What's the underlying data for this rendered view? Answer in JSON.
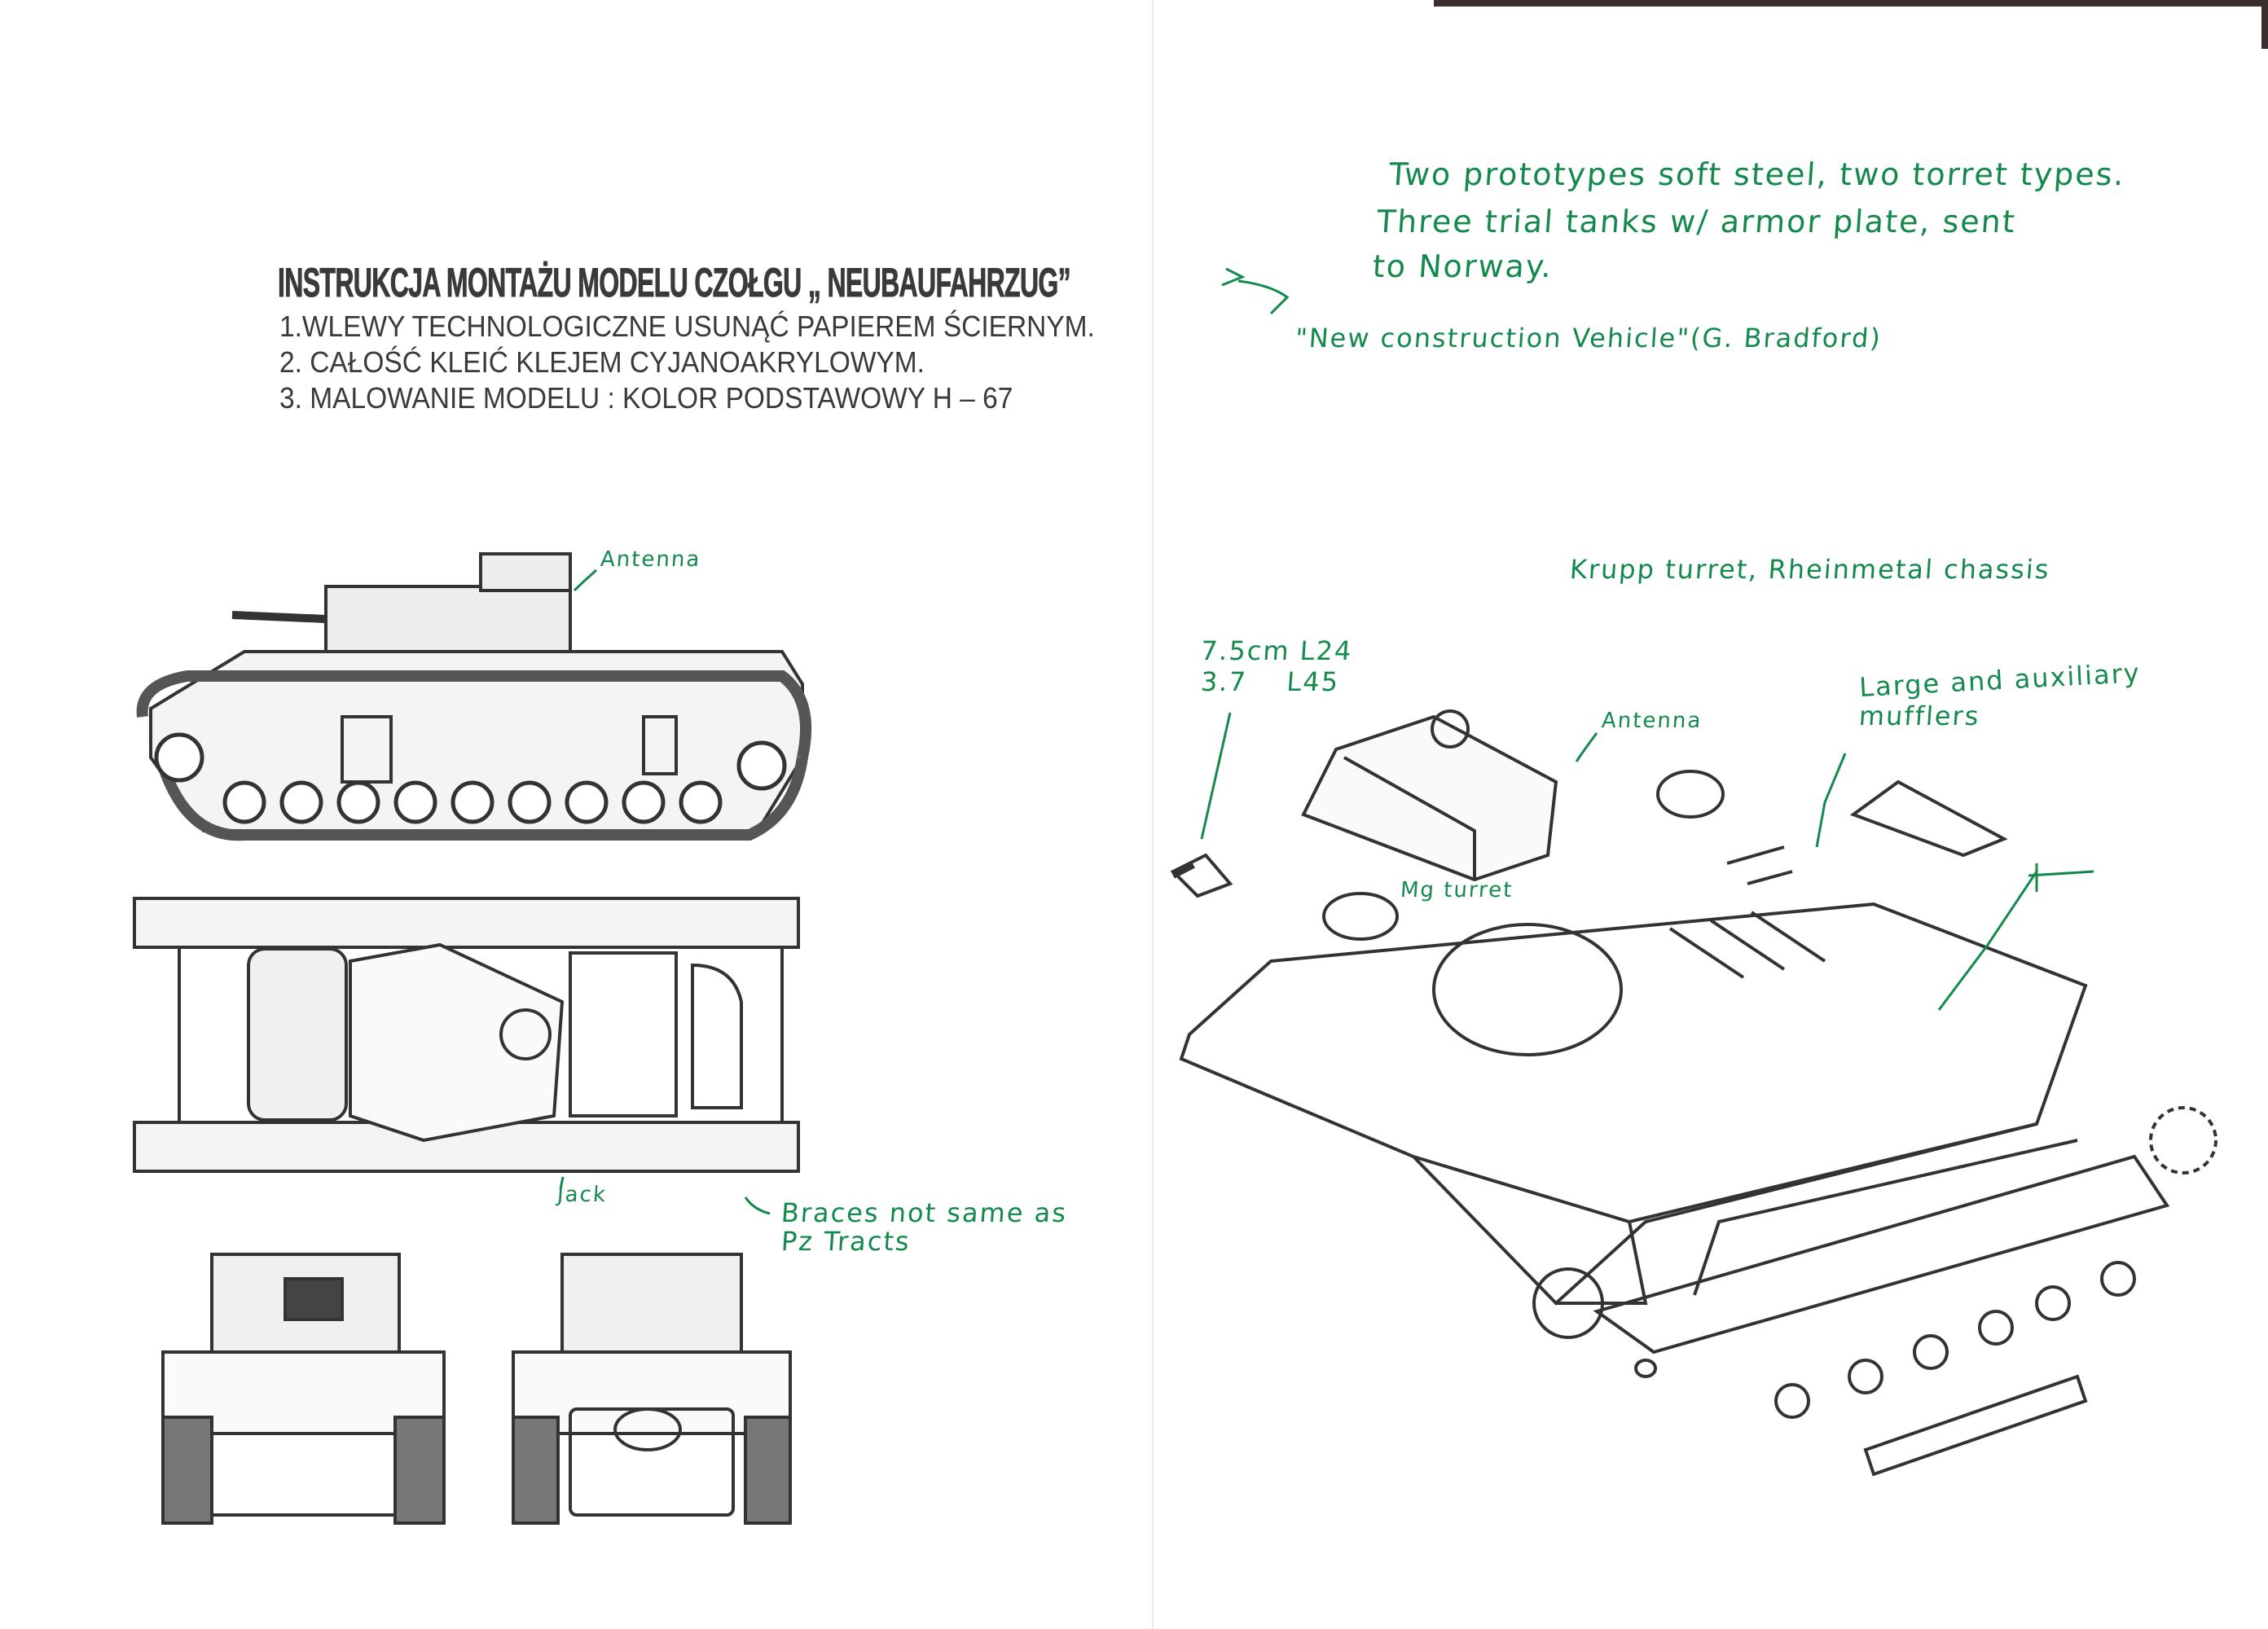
{
  "document": {
    "title": "INSTRUKCJA MONTAŻU MODELU CZOŁGU „ NEUBAUFAHRZUG”",
    "instructions": [
      "1.WLEWY TECHNOLOGICZNE USUNĄĆ PAPIEREM ŚCIERNYM.",
      "2. CAŁOŚĆ KLEIĆ KLEJEM CYJANOAKRYLOWYM.",
      "3.  MALOWANIE MODELU : KOLOR PODSTAWOWY H – 67"
    ]
  },
  "annotations": {
    "ink_color": "#138a4c",
    "history_lines": [
      "Two prototypes soft steel, two torret types.",
      "Three trial tanks w/ armor plate, sent",
      "to Norway."
    ],
    "translation": "\"New construction Vehicle\"(G. Bradford)",
    "krupp": "Krupp turret, Rheinmetal chassis",
    "antenna_side": "Antenna",
    "gun_line1": "7.5cm L24",
    "gun_line2": "3.7    L45",
    "antenna_turret": "Antenna",
    "mufflers_line1": "Large and auxiliary",
    "mufflers_line2": "mufflers",
    "mg_turret": "Mg turret",
    "jack": "Jack",
    "braces_line1": "Braces not same as",
    "braces_line2": "Pz Tracts"
  }
}
